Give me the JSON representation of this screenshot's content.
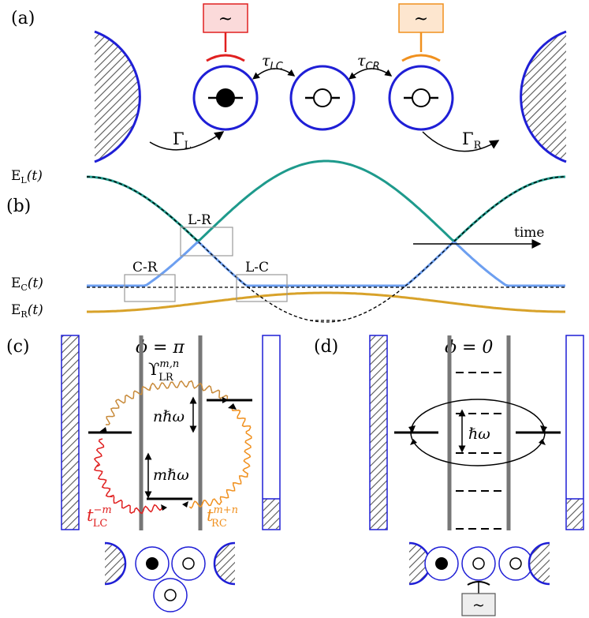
{
  "panels": {
    "a": "(a)",
    "b": "(b)",
    "c": "(c)",
    "d": "(d)"
  },
  "panel_a": {
    "source_symbol": "~",
    "tau_lc": "τ",
    "tau_lc_sub": "LC",
    "tau_cr": "τ",
    "tau_cr_sub": "CR",
    "gamma_l": "Γ",
    "gamma_l_sub": "L",
    "gamma_r": "Γ",
    "gamma_r_sub": "R",
    "colors": {
      "left_drive": "#e02020",
      "right_drive": "#f0901e",
      "dot_ring": "#1f1fd6"
    }
  },
  "panel_b": {
    "el_label": "E",
    "el_sub": "L",
    "el_arg": "(t)",
    "ec_label": "E",
    "ec_sub": "C",
    "ec_arg": "(t)",
    "er_label": "E",
    "er_sub": "R",
    "er_arg": "(t)",
    "box_lr": "L-R",
    "box_cr": "C-R",
    "box_lc": "L-C",
    "time_label": "time",
    "colors": {
      "left": "#1e9a8c",
      "center": "#6d9ff0",
      "right": "#d8a22a"
    }
  },
  "panel_c": {
    "phase": "ϕ = π",
    "upsilon": "ϒ",
    "upsilon_sup": "m,n",
    "upsilon_sub": "LR",
    "n_hw": "nℏω",
    "m_hw": "mℏω",
    "t_lc": "t",
    "t_lc_sup": "−m",
    "t_lc_sub": "LC",
    "t_rc": "t",
    "t_rc_sup": "m+n",
    "t_rc_sub": "RC"
  },
  "panel_d": {
    "phase": "ϕ = 0",
    "hw": "ℏω",
    "source_symbol": "~"
  }
}
